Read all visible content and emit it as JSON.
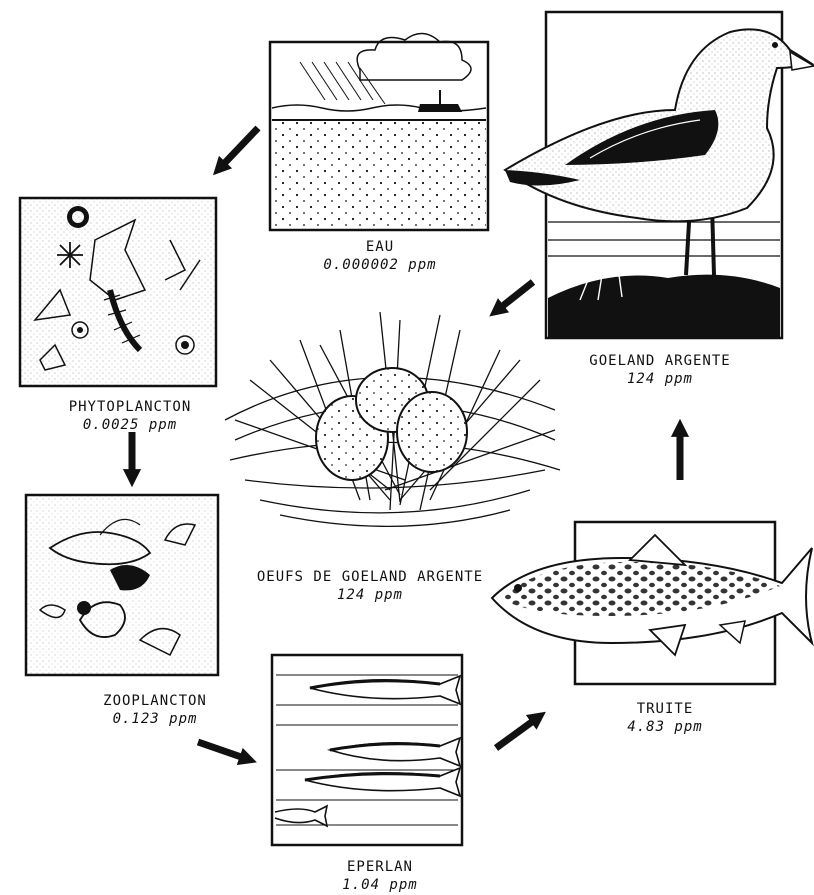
{
  "nodes": {
    "eau": {
      "name": "EAU",
      "value": "0.000002 ppm"
    },
    "phytoplancton": {
      "name": "PHYTOPLANCTON",
      "value": "0.0025 ppm"
    },
    "zooplancton": {
      "name": "ZOOPLANCTON",
      "value": "0.123 ppm"
    },
    "eperlan": {
      "name": "EPERLAN",
      "value": "1.04 ppm"
    },
    "truite": {
      "name": "TRUITE",
      "value": "4.83 ppm"
    },
    "goeland": {
      "name": "GOELAND ARGENTE",
      "value": "124 ppm"
    },
    "oeufs": {
      "name": "OEUFS DE GOELAND ARGENTE",
      "value": "124 ppm"
    }
  },
  "colors": {
    "ink": "#111111",
    "paper": "#ffffff"
  },
  "icons": [
    "water-scene-icon",
    "phytoplankton-icon",
    "zooplankton-icon",
    "smelt-fish-icon",
    "trout-icon",
    "herring-gull-icon",
    "gull-nest-eggs-icon",
    "arrow-icon"
  ]
}
